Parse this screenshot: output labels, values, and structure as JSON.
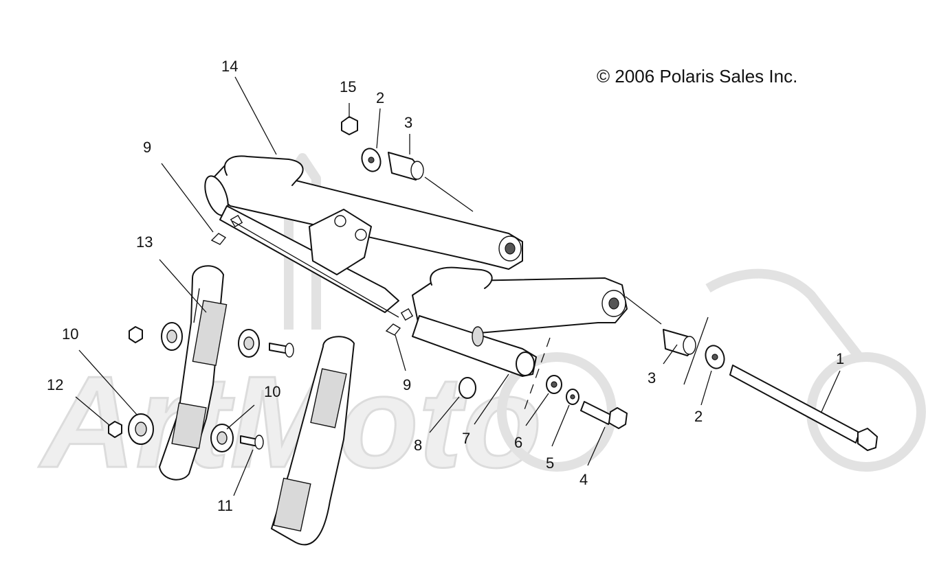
{
  "copyright": "© 2006 Polaris Sales Inc.",
  "callouts": [
    {
      "id": "c14",
      "label": "14"
    },
    {
      "id": "c15",
      "label": "15"
    },
    {
      "id": "c2a",
      "label": "2"
    },
    {
      "id": "c3a",
      "label": "3"
    },
    {
      "id": "c9a",
      "label": "9"
    },
    {
      "id": "c13",
      "label": "13"
    },
    {
      "id": "c10a",
      "label": "10"
    },
    {
      "id": "c12",
      "label": "12"
    },
    {
      "id": "c10b",
      "label": "10"
    },
    {
      "id": "c11",
      "label": "11"
    },
    {
      "id": "c9b",
      "label": "9"
    },
    {
      "id": "c8",
      "label": "8"
    },
    {
      "id": "c7",
      "label": "7"
    },
    {
      "id": "c6",
      "label": "6"
    },
    {
      "id": "c5",
      "label": "5"
    },
    {
      "id": "c4",
      "label": "4"
    },
    {
      "id": "c3b",
      "label": "3"
    },
    {
      "id": "c2b",
      "label": "2"
    },
    {
      "id": "c1",
      "label": "1"
    }
  ]
}
